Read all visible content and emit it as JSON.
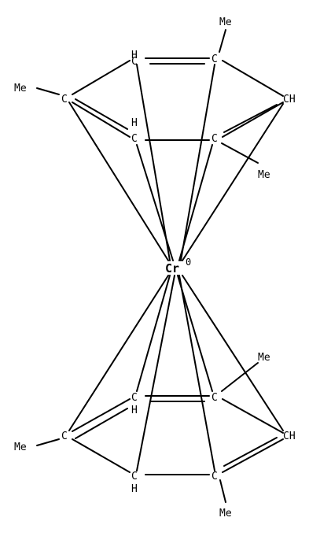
{
  "colors": {
    "ink": "#000000",
    "background": "#ffffff"
  },
  "metal": {
    "symbol": "Cr",
    "charge": "0"
  },
  "top_ring": {
    "atoms": {
      "c1": "C",
      "c2": "H",
      "c3": "C",
      "c4": "H",
      "c5": "C",
      "c6": "H"
    },
    "hydrogens": {
      "c2": "H",
      "c4": "H",
      "c6": "CH"
    },
    "methyls": {
      "c1": "Me",
      "c3": "Me",
      "c5": "Me"
    }
  },
  "bottom_ring": {
    "atoms": {
      "c1": "C",
      "c2": "H",
      "c3": "C",
      "c4": "H",
      "c5": "C",
      "c6": "H"
    },
    "hydrogens": {
      "c2": "H",
      "c4": "H",
      "c6": "CH"
    },
    "methyls": {
      "c1": "Me",
      "c3": "Me",
      "c5": "Me"
    }
  }
}
